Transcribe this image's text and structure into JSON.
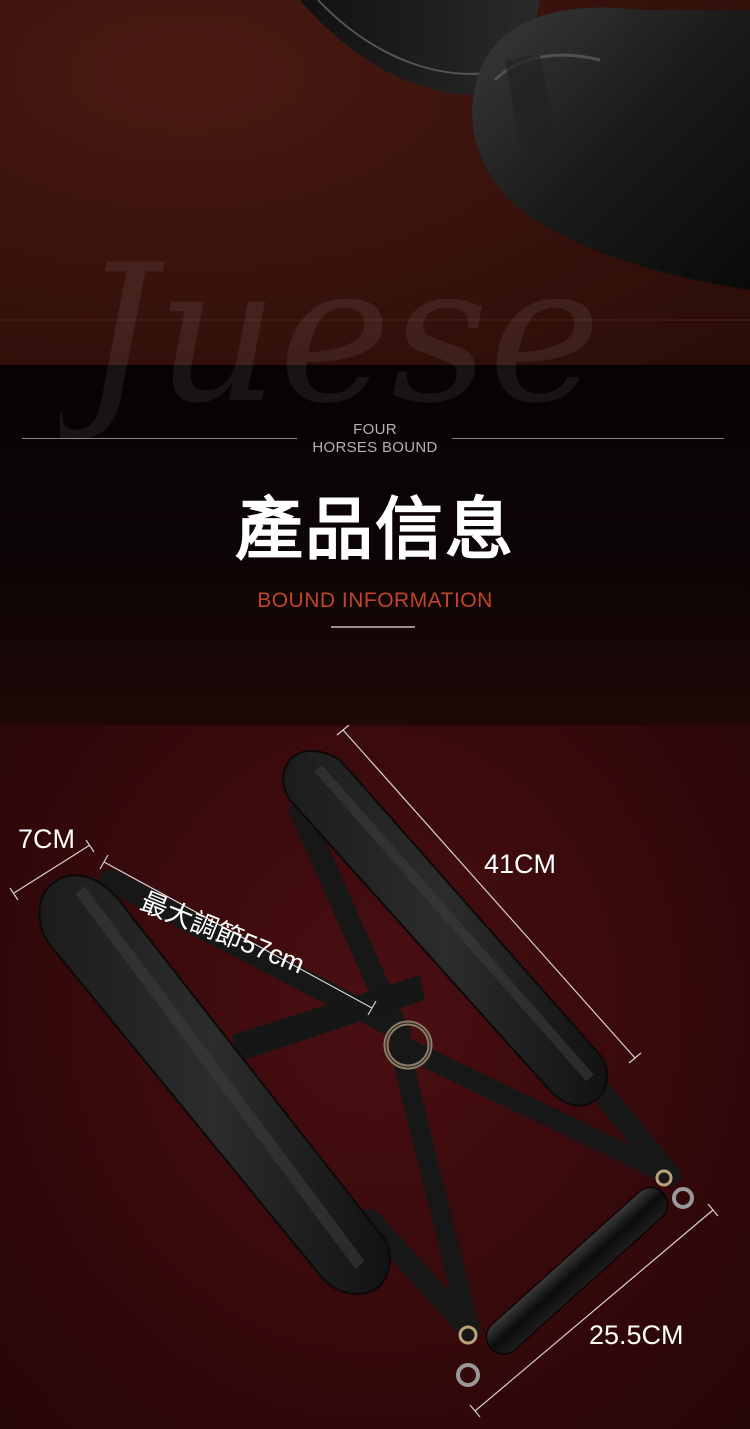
{
  "header": {
    "four_line1": "FOUR",
    "four_line2": "HORSES BOUND",
    "title": "產品信息",
    "subtitle": "BOUND INFORMATION"
  },
  "watermark": {
    "text": "Juese"
  },
  "dimensions": {
    "width": "7CM",
    "length": "41CM",
    "adjust": "最大調節57cm",
    "bar": "25.5CM"
  },
  "colors": {
    "subtitle": "#c0452a",
    "background_top": "#3a130d",
    "background_bottom": "#3a0a0c"
  }
}
